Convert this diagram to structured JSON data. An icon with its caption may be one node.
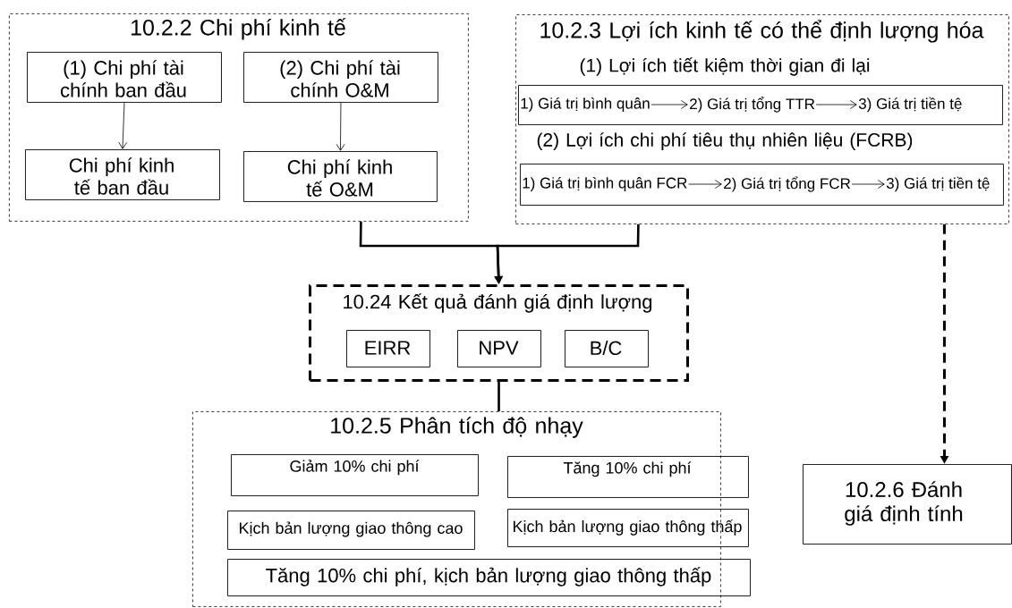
{
  "diagram": {
    "nodes": [
      {
        "text": [
          "10.2.2 Chi phí kinh tế"
        ]
      },
      {
        "text": [
          "(1) Chi phí tài chính ban đầu"
        ],
        "in": 0
      },
      {
        "text": [
          "(2) Chi phí tài chính O&M"
        ],
        "in": 0
      },
      {
        "text": [
          "Chi phí kinh tế ban đầu"
        ],
        "in": 0
      },
      {
        "text": [
          "Chi phí kinh tế O&M"
        ],
        "in": 0
      },
      {
        "text": [
          "10.2.3 Lợi ích kinh tế có thể định lượng hóa",
          "(1) Lợi ích tiết kiệm thời gian đi lại",
          "(2) Lợi ích chi phí tiêu thụ nhiên liệu (FCRB)"
        ]
      },
      {
        "text": [],
        "shape": "box",
        "in": 5
      },
      {
        "text": [
          "1) Giá trị bình quân"
        ],
        "in": 6
      },
      {
        "text": [
          "2) Giá trị tổng TTR"
        ],
        "in": 6
      },
      {
        "text": [
          "3) Giá trị tiền tệ"
        ],
        "in": 6
      },
      {
        "text": [],
        "shape": "box",
        "in": 5
      },
      {
        "text": [
          "1) Giá trị bình quân FCR"
        ],
        "in": 10
      },
      {
        "text": [
          "2) Giá trị tổng FCR"
        ],
        "in": 10
      },
      {
        "text": [
          "3) Giá trị tiền tệ"
        ],
        "in": 10
      },
      {
        "text": [
          "10.24 Kết quả đánh giá định lượng"
        ]
      },
      {
        "text": [
          "EIRR"
        ],
        "in": 14
      },
      {
        "text": [
          "NPV"
        ],
        "in": 14
      },
      {
        "text": [
          "B/C"
        ],
        "in": 14
      },
      {
        "text": [
          "10.2.5 Phân tích độ nhạy"
        ]
      },
      {
        "text": [
          "Giảm 10% chi phí"
        ],
        "in": 18
      },
      {
        "text": [
          "Tăng 10% chi phí"
        ],
        "in": 18
      },
      {
        "text": [
          "Kịch bản lượng giao thông cao"
        ],
        "in": 18
      },
      {
        "text": [
          "Kịch bản lượng giao thông thấp"
        ],
        "in": 18
      },
      {
        "text": [
          "Tăng 10% chi phí, kịch bản lượng giao thông thấp"
        ],
        "in": 18
      },
      {
        "text": [
          "10.2.6 Đánh giá định tính"
        ]
      }
    ],
    "edges": [
      {
        "from": 1,
        "to": 3,
        "arrow": "to"
      },
      {
        "from": 2,
        "to": 4,
        "arrow": "to"
      },
      {
        "from": 0,
        "to": 14,
        "arrow": "to",
        "style": "thick"
      },
      {
        "from": 5,
        "to": 14,
        "arrow": "to",
        "style": "thick"
      },
      {
        "from": 14,
        "to": 18,
        "arrow": "none",
        "style": "thick"
      },
      {
        "from": 5,
        "to": 24,
        "arrow": "to",
        "style": "dashed"
      },
      {
        "from": 7,
        "to": 8,
        "arrow": "to"
      },
      {
        "from": 8,
        "to": 9,
        "arrow": "to"
      },
      {
        "from": 11,
        "to": 12,
        "arrow": "to"
      },
      {
        "from": 12,
        "to": 13,
        "arrow": "to"
      }
    ]
  }
}
